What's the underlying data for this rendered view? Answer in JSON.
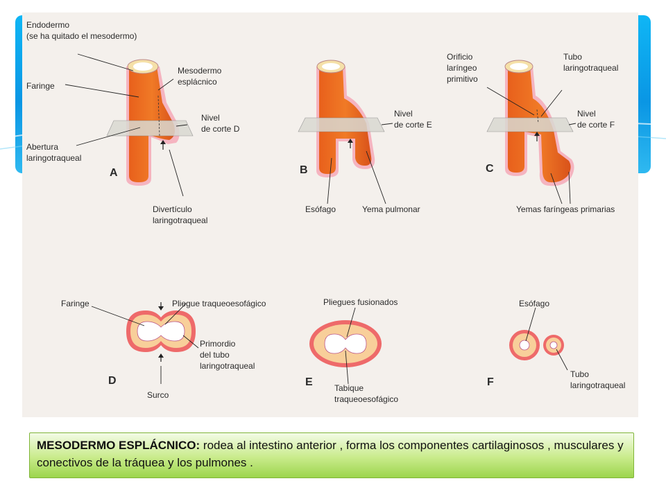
{
  "slide": {
    "caption_term": "MESODERMO ESPLÁCNICO:",
    "caption_text": " rodea al intestino anterior , forma los componentes cartilaginosos , musculares y conectivos de la tráquea y los pulmones ."
  },
  "figure": {
    "panel_a": {
      "letter": "A",
      "endodermo_1": "Endodermo",
      "endodermo_2": "(se ha quitado el mesodermo)",
      "faringe": "Faringe",
      "mesodermo_1": "Mesodermo",
      "mesodermo_2": "esplácnico",
      "nivel": "Nivel",
      "corte": "de corte D",
      "abertura_1": "Abertura",
      "abertura_2": "laringotraqueal",
      "diverticulo_1": "Divertículo",
      "diverticulo_2": "laringotraqueal"
    },
    "panel_b": {
      "letter": "B",
      "nivel": "Nivel",
      "corte": "de corte E",
      "esofago": "Esófago",
      "yema": "Yema pulmonar"
    },
    "panel_c": {
      "letter": "C",
      "orificio_1": "Orificio",
      "orificio_2": "laríngeo",
      "orificio_3": "primitivo",
      "tubo_1": "Tubo",
      "tubo_2": "laringotraqueal",
      "nivel": "Nivel",
      "corte": "de corte F",
      "yemas": "Yemas faríngeas primarias"
    },
    "panel_d": {
      "letter": "D",
      "faringe": "Faringe",
      "pliegue": "Pliegue traqueoesofágico",
      "primordio_1": "Primordio",
      "primordio_2": "del tubo",
      "primordio_3": "laringotraqueal",
      "surco": "Surco"
    },
    "panel_e": {
      "letter": "E",
      "pliegues": "Pliegues fusionados",
      "tabique_1": "Tabique",
      "tabique_2": "traqueoesofágico"
    },
    "panel_f": {
      "letter": "F",
      "esofago": "Esófago",
      "tubo_1": "Tubo",
      "tubo_2": "laringotraqueal"
    }
  }
}
